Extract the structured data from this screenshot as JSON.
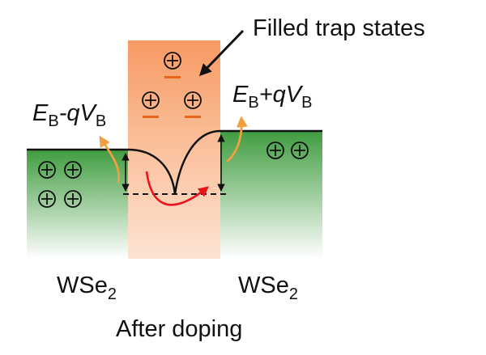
{
  "annotation": {
    "filled_trap_states": "Filled trap states"
  },
  "barrier_left": {
    "E": "E",
    "sub": "B",
    "op": "-q",
    "V": "V",
    "vsub": "B"
  },
  "barrier_right": {
    "E": "E",
    "sub": "B",
    "op": "+q",
    "V": "V",
    "vsub": "B"
  },
  "material_left": {
    "name": "WSe",
    "sub": "2"
  },
  "material_right": {
    "name": "WSe",
    "sub": "2"
  },
  "caption": "After doping",
  "colors": {
    "green_dark": "#3f9c3f",
    "green_light": "#ffffff",
    "orange_dark": "#f79a63",
    "orange_light": "#fde3d3",
    "trap_bar": "#e8641c",
    "emission_arrow": "#f0a040",
    "transport_arrow": "#e8141c"
  },
  "icons": {
    "hole": "circled-plus",
    "trap": "filled-trap-state"
  }
}
